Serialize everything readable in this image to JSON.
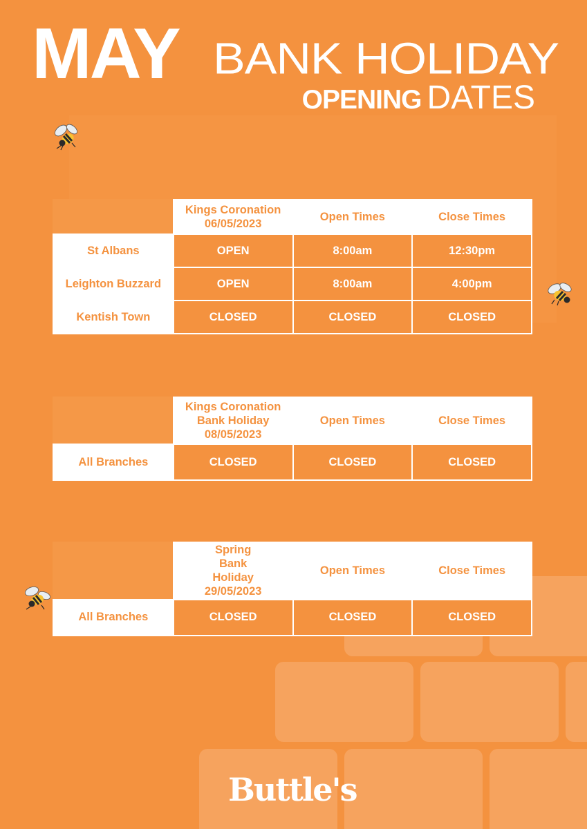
{
  "title": {
    "may": "MAY",
    "bank_holiday": "BANK HOLIDAY",
    "opening": "OPENING",
    "dates": "DATES"
  },
  "tables": [
    {
      "header": [
        "Kings Coronation 06/05/2023",
        "Open Times",
        "Close Times"
      ],
      "rows": [
        {
          "branch": "St Albans",
          "status": "OPEN",
          "open": "8:00am",
          "close": "12:30pm"
        },
        {
          "branch": "Leighton Buzzard",
          "status": "OPEN",
          "open": "8:00am",
          "close": "4:00pm"
        },
        {
          "branch": "Kentish Town",
          "status": "CLOSED",
          "open": "CLOSED",
          "close": "CLOSED"
        }
      ]
    },
    {
      "header": [
        "Kings Coronation Bank Holiday 08/05/2023",
        "Open Times",
        "Close Times"
      ],
      "rows": [
        {
          "branch": "All Branches",
          "status": "CLOSED",
          "open": "CLOSED",
          "close": "CLOSED"
        }
      ]
    },
    {
      "header": [
        "Spring Bank Holiday 29/05/2023",
        "Open Times",
        "Close Times"
      ],
      "rows": [
        {
          "branch": "All Branches",
          "status": "CLOSED",
          "open": "CLOSED",
          "close": "CLOSED"
        }
      ]
    }
  ],
  "logo": "Buttle's",
  "icons": [
    "bee-icon",
    "bee-icon",
    "bee-icon"
  ],
  "colors": {
    "background": "#f4923f",
    "text": "#ffffff",
    "brick": "#f6a35e"
  }
}
